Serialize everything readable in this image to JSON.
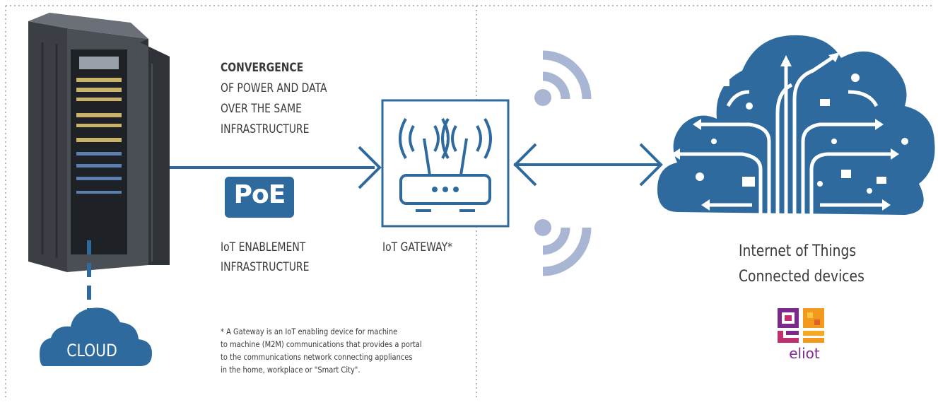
{
  "convergence": {
    "heading": "CONVERGENCE",
    "line1": "OF POWER AND DATA",
    "line2": "OVER THE SAME",
    "line3": "INFRASTRUCTURE"
  },
  "poe": {
    "label": "PoE"
  },
  "enablement": {
    "line1": "IoT ENABLEMENT",
    "line2": "INFRASTRUCTURE"
  },
  "gateway": {
    "label": "IoT GATEWAY*"
  },
  "cloud": {
    "label": "CLOUD"
  },
  "footnote": {
    "line1": "* A Gateway is an IoT enabling device for machine",
    "line2": "to machine (M2M) communications that provides a portal",
    "line3": "to the communications network connecting appliances",
    "line4": "in the home, workplace or \"Smart City\"."
  },
  "iot": {
    "line1": "Internet of Things",
    "line2": "Connected devices"
  },
  "logo": {
    "text": "eliot"
  },
  "colors": {
    "blue": "#2e6a9e",
    "lightblue": "#a9b6d3",
    "text": "#3a3a3a",
    "dotted": "#9aa0a6"
  },
  "icons": [
    "server-rack",
    "cloud-icon",
    "router-icon",
    "wifi-icon",
    "iot-cloud-icon",
    "eliot-logo"
  ]
}
